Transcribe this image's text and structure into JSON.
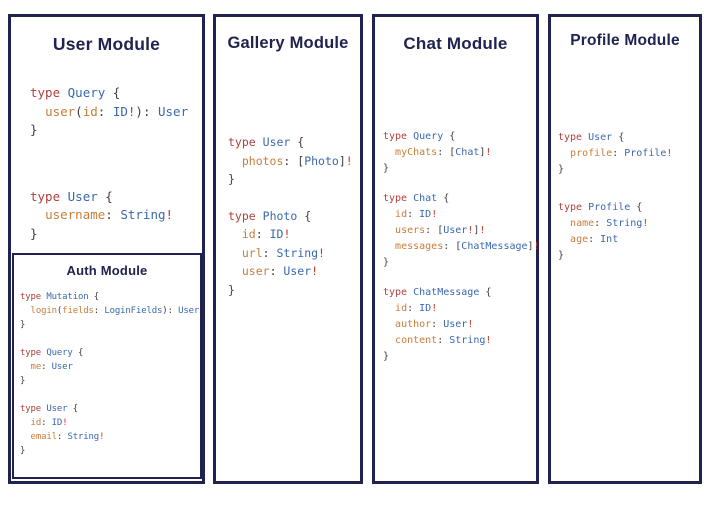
{
  "colors": {
    "border_navy": "#20234f",
    "title_navy": "#20234f",
    "keyword_red": "#b0403c",
    "type_blue": "#3a68af",
    "field_orange": "#c87d3a",
    "bang_red": "#c0392b",
    "punct_gray": "#404040",
    "background": "#ffffff"
  },
  "panels": [
    {
      "title": "User Module",
      "blocks": [
        {
          "lines": [
            [
              [
                "type",
                "kw"
              ],
              [
                " ",
                "pn"
              ],
              [
                "Query",
                "ty"
              ],
              [
                " {",
                "pn"
              ]
            ],
            [
              [
                "  ",
                "pn"
              ],
              [
                "user",
                "fld"
              ],
              [
                "(",
                "pn"
              ],
              [
                "id",
                "fld"
              ],
              [
                ": ",
                "pn"
              ],
              [
                "ID",
                "ty"
              ],
              [
                "!",
                "ex"
              ],
              [
                "): ",
                "pn"
              ],
              [
                "User",
                "ty"
              ]
            ],
            [
              [
                "}",
                "pn"
              ]
            ]
          ]
        },
        {
          "lines": [
            [
              [
                "type",
                "kw"
              ],
              [
                " ",
                "pn"
              ],
              [
                "User",
                "ty"
              ],
              [
                " {",
                "pn"
              ]
            ],
            [
              [
                "  ",
                "pn"
              ],
              [
                "username",
                "fld"
              ],
              [
                ": ",
                "pn"
              ],
              [
                "String",
                "ty"
              ],
              [
                "!",
                "ex"
              ]
            ],
            [
              [
                "}",
                "pn"
              ]
            ]
          ]
        }
      ],
      "nested": {
        "title": "Auth Module",
        "blocks": [
          {
            "lines": [
              [
                [
                  "type",
                  "kw"
                ],
                [
                  " ",
                  "pn"
                ],
                [
                  "Mutation",
                  "ty"
                ],
                [
                  " {",
                  "pn"
                ]
              ],
              [
                [
                  "  ",
                  "pn"
                ],
                [
                  "login",
                  "fld"
                ],
                [
                  "(",
                  "pn"
                ],
                [
                  "fields",
                  "fld"
                ],
                [
                  ": ",
                  "pn"
                ],
                [
                  "LoginFields",
                  "ty"
                ],
                [
                  "): ",
                  "pn"
                ],
                [
                  "User",
                  "ty"
                ]
              ],
              [
                [
                  "}",
                  "pn"
                ]
              ]
            ]
          },
          {
            "lines": [
              [
                [
                  "type",
                  "kw"
                ],
                [
                  " ",
                  "pn"
                ],
                [
                  "Query",
                  "ty"
                ],
                [
                  " {",
                  "pn"
                ]
              ],
              [
                [
                  "  ",
                  "pn"
                ],
                [
                  "me",
                  "fld"
                ],
                [
                  ": ",
                  "pn"
                ],
                [
                  "User",
                  "ty"
                ]
              ],
              [
                [
                  "}",
                  "pn"
                ]
              ]
            ]
          },
          {
            "lines": [
              [
                [
                  "type",
                  "kw"
                ],
                [
                  " ",
                  "pn"
                ],
                [
                  "User",
                  "ty"
                ],
                [
                  " {",
                  "pn"
                ]
              ],
              [
                [
                  "  ",
                  "pn"
                ],
                [
                  "id",
                  "fld"
                ],
                [
                  ": ",
                  "pn"
                ],
                [
                  "ID",
                  "ty"
                ],
                [
                  "!",
                  "ex"
                ]
              ],
              [
                [
                  "  ",
                  "pn"
                ],
                [
                  "email",
                  "fld"
                ],
                [
                  ": ",
                  "pn"
                ],
                [
                  "String",
                  "ty"
                ],
                [
                  "!",
                  "ex"
                ]
              ],
              [
                [
                  "}",
                  "pn"
                ]
              ]
            ]
          }
        ]
      }
    },
    {
      "title": "Gallery Module",
      "blocks": [
        {
          "lines": [
            [
              [
                "type",
                "kw"
              ],
              [
                " ",
                "pn"
              ],
              [
                "User",
                "ty"
              ],
              [
                " {",
                "pn"
              ]
            ],
            [
              [
                "  ",
                "pn"
              ],
              [
                "photos",
                "fld"
              ],
              [
                ": ",
                "pn"
              ],
              [
                "[",
                "pn"
              ],
              [
                "Photo",
                "ty"
              ],
              [
                "]",
                "pn"
              ],
              [
                "!",
                "ex"
              ]
            ],
            [
              [
                "}",
                "pn"
              ]
            ]
          ]
        },
        {
          "lines": [
            [
              [
                "type",
                "kw"
              ],
              [
                " ",
                "pn"
              ],
              [
                "Photo",
                "ty"
              ],
              [
                " {",
                "pn"
              ]
            ],
            [
              [
                "  ",
                "pn"
              ],
              [
                "id",
                "fld"
              ],
              [
                ": ",
                "pn"
              ],
              [
                "ID",
                "ty"
              ],
              [
                "!",
                "ex"
              ]
            ],
            [
              [
                "  ",
                "pn"
              ],
              [
                "url",
                "fld"
              ],
              [
                ": ",
                "pn"
              ],
              [
                "String",
                "ty"
              ],
              [
                "!",
                "ex"
              ]
            ],
            [
              [
                "  ",
                "pn"
              ],
              [
                "user",
                "fld"
              ],
              [
                ": ",
                "pn"
              ],
              [
                "User",
                "ty"
              ],
              [
                "!",
                "ex"
              ]
            ],
            [
              [
                "}",
                "pn"
              ]
            ]
          ]
        }
      ]
    },
    {
      "title": "Chat Module",
      "blocks": [
        {
          "lines": [
            [
              [
                "type",
                "kw"
              ],
              [
                " ",
                "pn"
              ],
              [
                "Query",
                "ty"
              ],
              [
                " {",
                "pn"
              ]
            ],
            [
              [
                "  ",
                "pn"
              ],
              [
                "myChats",
                "fld"
              ],
              [
                ": ",
                "pn"
              ],
              [
                "[",
                "pn"
              ],
              [
                "Chat",
                "ty"
              ],
              [
                "]",
                "pn"
              ],
              [
                "!",
                "ex"
              ]
            ],
            [
              [
                "}",
                "pn"
              ]
            ]
          ]
        },
        {
          "lines": [
            [
              [
                "type",
                "kw"
              ],
              [
                " ",
                "pn"
              ],
              [
                "Chat",
                "ty"
              ],
              [
                " {",
                "pn"
              ]
            ],
            [
              [
                "  ",
                "pn"
              ],
              [
                "id",
                "fld"
              ],
              [
                ": ",
                "pn"
              ],
              [
                "ID",
                "ty"
              ],
              [
                "!",
                "ex"
              ]
            ],
            [
              [
                "  ",
                "pn"
              ],
              [
                "users",
                "fld"
              ],
              [
                ": ",
                "pn"
              ],
              [
                "[",
                "pn"
              ],
              [
                "User",
                "ty"
              ],
              [
                "!",
                "ex"
              ],
              [
                "]",
                "pn"
              ],
              [
                "!",
                "ex"
              ]
            ],
            [
              [
                "  ",
                "pn"
              ],
              [
                "messages",
                "fld"
              ],
              [
                ": ",
                "pn"
              ],
              [
                "[",
                "pn"
              ],
              [
                "ChatMessage",
                "ty"
              ],
              [
                "]",
                "pn"
              ],
              [
                "!",
                "ex"
              ]
            ],
            [
              [
                "}",
                "pn"
              ]
            ]
          ]
        },
        {
          "lines": [
            [
              [
                "type",
                "kw"
              ],
              [
                " ",
                "pn"
              ],
              [
                "ChatMessage",
                "ty"
              ],
              [
                " {",
                "pn"
              ]
            ],
            [
              [
                "  ",
                "pn"
              ],
              [
                "id",
                "fld"
              ],
              [
                ": ",
                "pn"
              ],
              [
                "ID",
                "ty"
              ],
              [
                "!",
                "ex"
              ]
            ],
            [
              [
                "  ",
                "pn"
              ],
              [
                "author",
                "fld"
              ],
              [
                ": ",
                "pn"
              ],
              [
                "User",
                "ty"
              ],
              [
                "!",
                "ex"
              ]
            ],
            [
              [
                "  ",
                "pn"
              ],
              [
                "content",
                "fld"
              ],
              [
                ": ",
                "pn"
              ],
              [
                "String",
                "ty"
              ],
              [
                "!",
                "ex"
              ]
            ],
            [
              [
                "}",
                "pn"
              ]
            ]
          ]
        }
      ]
    },
    {
      "title": "Profile Module",
      "blocks": [
        {
          "lines": [
            [
              [
                "type",
                "kw"
              ],
              [
                " ",
                "pn"
              ],
              [
                "User",
                "ty"
              ],
              [
                " {",
                "pn"
              ]
            ],
            [
              [
                "  ",
                "pn"
              ],
              [
                "profile",
                "fld"
              ],
              [
                ": ",
                "pn"
              ],
              [
                "Profile",
                "ty"
              ],
              [
                "!",
                "ex"
              ]
            ],
            [
              [
                "}",
                "pn"
              ]
            ]
          ]
        },
        {
          "lines": [
            [
              [
                "type",
                "kw"
              ],
              [
                " ",
                "pn"
              ],
              [
                "Profile",
                "ty"
              ],
              [
                " {",
                "pn"
              ]
            ],
            [
              [
                "  ",
                "pn"
              ],
              [
                "name",
                "fld"
              ],
              [
                ": ",
                "pn"
              ],
              [
                "String",
                "ty"
              ],
              [
                "!",
                "ex"
              ]
            ],
            [
              [
                "  ",
                "pn"
              ],
              [
                "age",
                "fld"
              ],
              [
                ": ",
                "pn"
              ],
              [
                "Int",
                "ty"
              ]
            ],
            [
              [
                "}",
                "pn"
              ]
            ]
          ]
        }
      ]
    }
  ]
}
